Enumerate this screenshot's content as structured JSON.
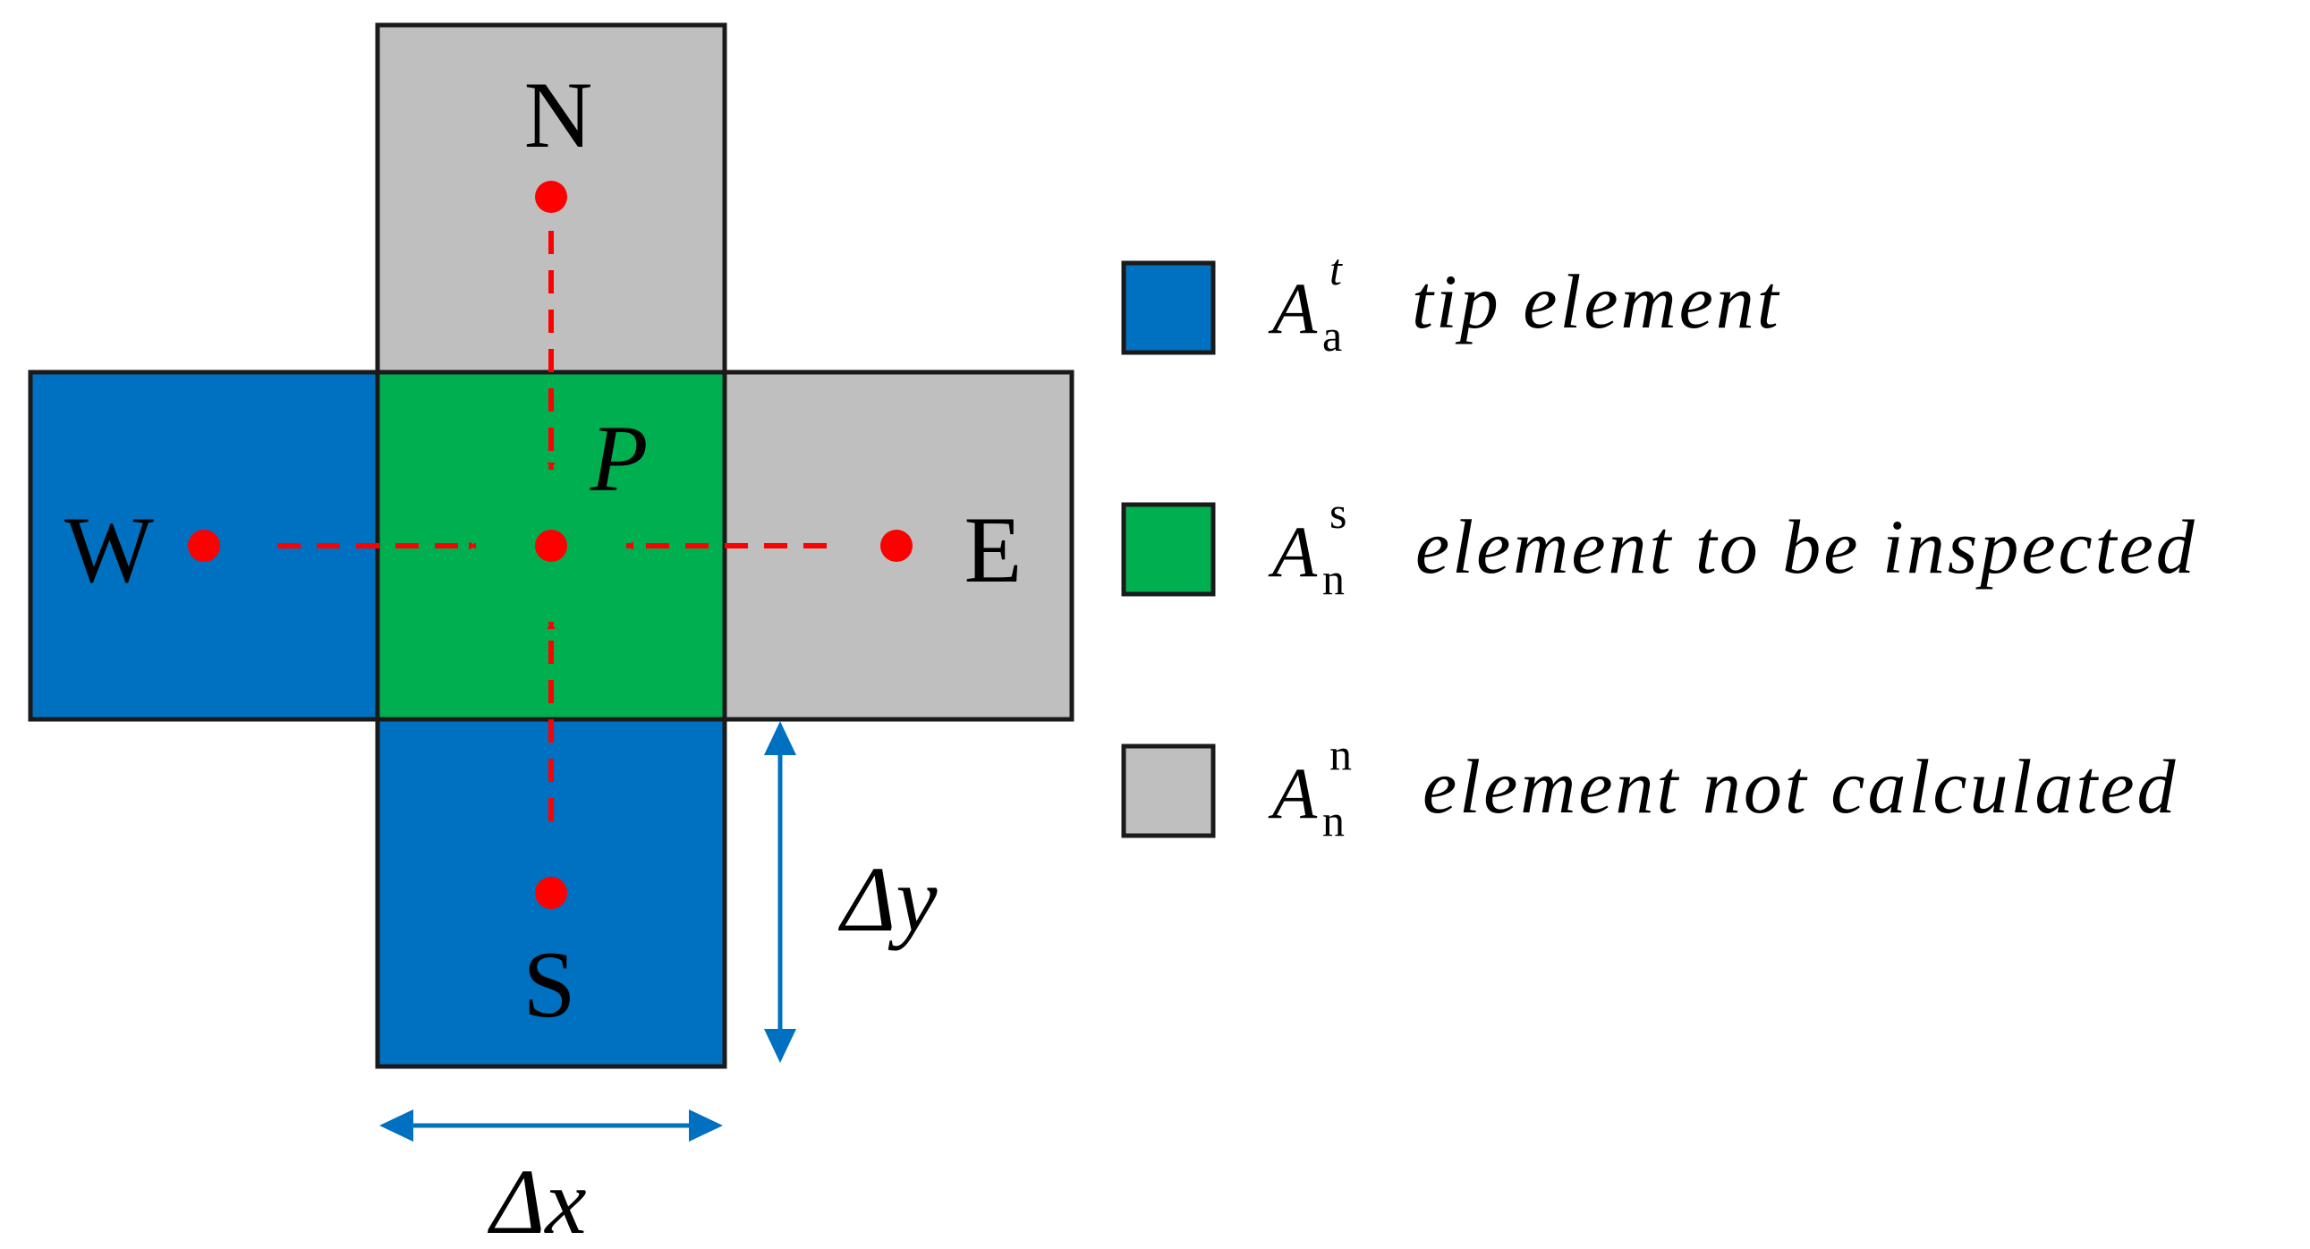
{
  "cells": {
    "north": {
      "letter": "N",
      "state": "not_calculated"
    },
    "west": {
      "letter": "W",
      "state": "tip"
    },
    "center": {
      "letter": "P",
      "state": "inspected"
    },
    "east": {
      "letter": "E",
      "state": "not_calculated"
    },
    "south": {
      "letter": "S",
      "state": "tip"
    }
  },
  "colors": {
    "tip": "#0070C0",
    "inspected": "#00B050",
    "not_calculated": "#BFBFBF",
    "node_dot": "#FF0000",
    "dim_arrow": "#0070C0",
    "outline": "#1a1a1a"
  },
  "dimensions": {
    "dx_label": "Δx",
    "dy_label": "Δy"
  },
  "legend": [
    {
      "state": "tip",
      "symbol": "A",
      "sup": "t",
      "sub": "a",
      "label": "tip element"
    },
    {
      "state": "inspected",
      "symbol": "A",
      "sup": "s",
      "sub": "n",
      "label": "element to be inspected"
    },
    {
      "state": "not_calculated",
      "symbol": "A",
      "sup": "n",
      "sub": "n",
      "label": "element not calculated"
    }
  ]
}
